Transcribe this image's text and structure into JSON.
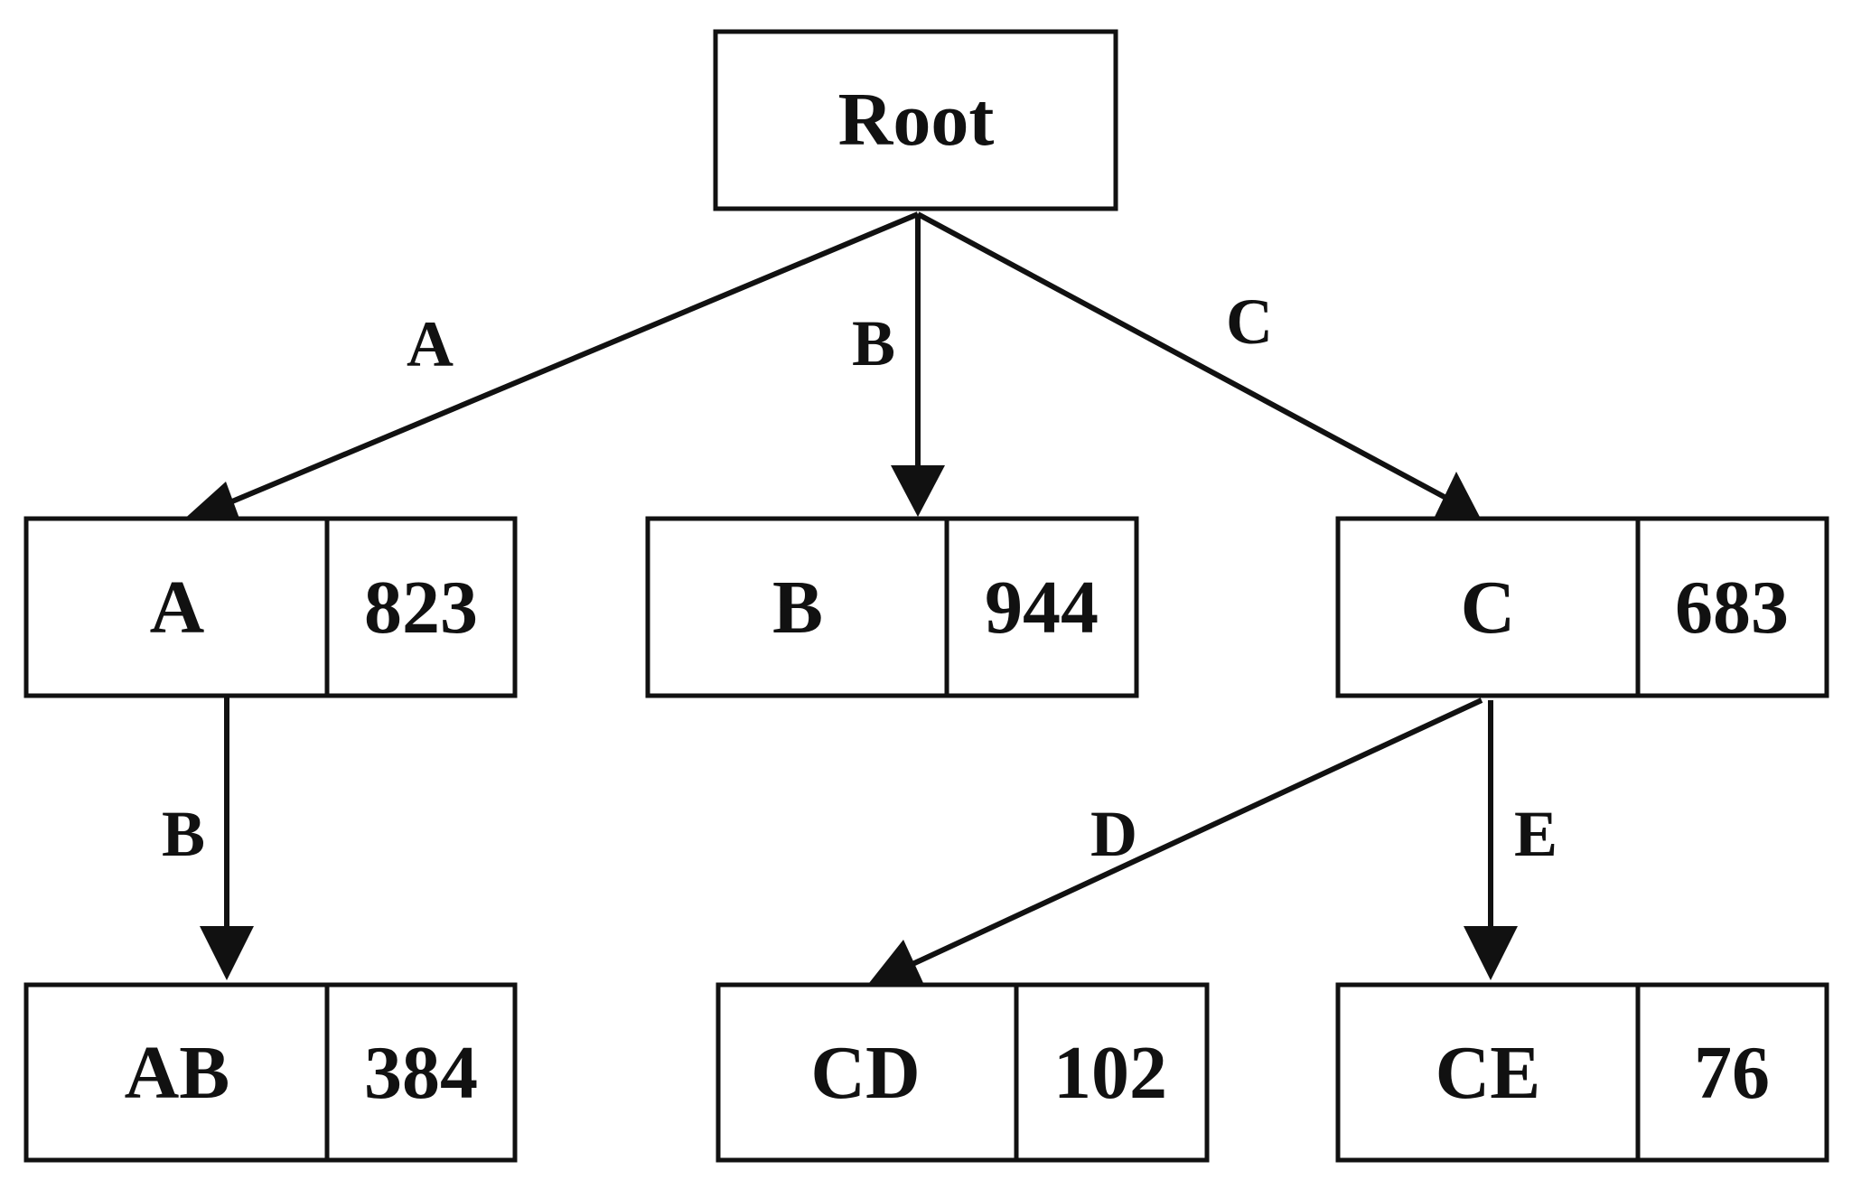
{
  "root": {
    "label": "Root"
  },
  "nodes": {
    "a": {
      "label": "A",
      "count": "823"
    },
    "b": {
      "label": "B",
      "count": "944"
    },
    "c": {
      "label": "C",
      "count": "683"
    },
    "ab": {
      "label": "AB",
      "count": "384"
    },
    "cd": {
      "label": "CD",
      "count": "102"
    },
    "ce": {
      "label": "CE",
      "count": "76"
    }
  },
  "edges": {
    "root_a": "A",
    "root_b": "B",
    "root_c": "C",
    "a_ab": "B",
    "c_cd": "D",
    "c_ce": "E"
  }
}
